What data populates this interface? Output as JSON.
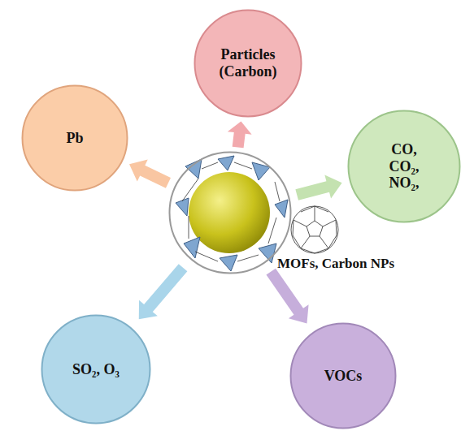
{
  "diagram": {
    "nodes": [
      {
        "text": [
          "MOFs, Carbon NPs"
        ]
      },
      {
        "text": [
          "Particles (Carbon)"
        ]
      },
      {
        "text": [
          "CO, CO₂, NO₂,"
        ]
      },
      {
        "text": [
          "VOCs"
        ]
      },
      {
        "text": [
          "SO₂, O₃"
        ]
      },
      {
        "text": [
          "Pb"
        ]
      }
    ],
    "edges": [
      {
        "from": 0,
        "to": 1,
        "arrow": "to"
      },
      {
        "from": 0,
        "to": 2,
        "arrow": "to"
      },
      {
        "from": 0,
        "to": 3,
        "arrow": "to"
      },
      {
        "from": 0,
        "to": 4,
        "arrow": "to"
      },
      {
        "from": 0,
        "to": 5,
        "arrow": "to"
      }
    ]
  }
}
